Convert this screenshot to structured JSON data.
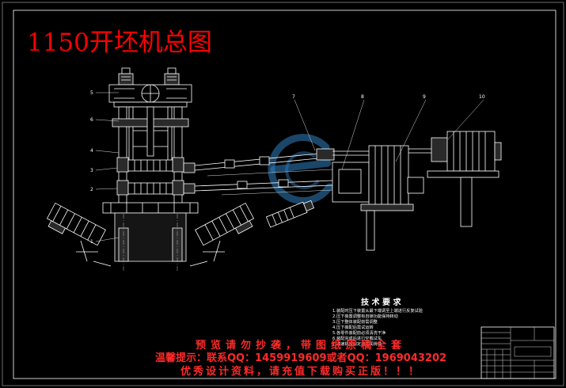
{
  "title": "1150开坯机总图",
  "tech_requirements": {
    "heading": "技 术 要 求",
    "lines": [
      "1.装配时压下装置从最下端调至上端进行反复试验",
      "2.压下装置调整有自锁功能保持转动",
      "3.压下整体装配前需调整",
      "4.压下装配后需试运转",
      "5.各零件装配前必须清洗干净",
      "6.装配完成后进行空载试车",
      "7.减速机按规定加注润滑油"
    ]
  },
  "watermark": {
    "line1": "预览请勿抄袭，带图纸原稿全套",
    "line2": "温馨提示：联系QQ：1459919609或者QQ：1969043202",
    "line3": "优秀设计资料，请充值下载购买正版！！！"
  },
  "part_labels": {
    "left": [
      "5",
      "6",
      "4",
      "3",
      "2",
      "1"
    ],
    "top": [
      "7",
      "8",
      "9",
      "10"
    ]
  },
  "colors": {
    "background": "#000000",
    "line": "#ffffff",
    "title": "#ff0000",
    "watermark_text": "#ff2a2a",
    "watermark_logo": "#2f7fc0"
  }
}
